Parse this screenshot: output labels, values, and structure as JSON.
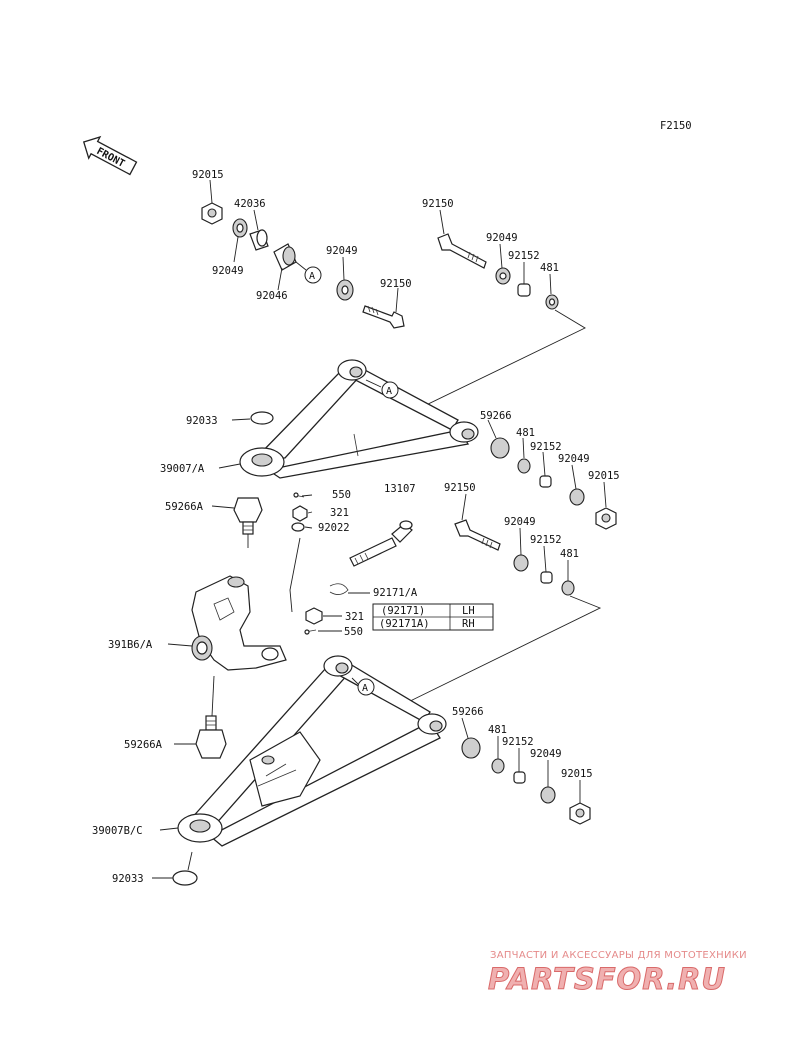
{
  "figure_code": "F2150",
  "front_label": "FRONT",
  "table": {
    "rows": [
      {
        "code": "(92171)",
        "side": "LH"
      },
      {
        "code": "(92171A)",
        "side": "RH"
      }
    ]
  },
  "callout_letter": "A",
  "labels": {
    "l92015_top": "92015",
    "l42036": "42036",
    "l92049_a": "92049",
    "l92049_b": "92049",
    "l92046": "92046",
    "l92150_a": "92150",
    "l92049_c": "92049",
    "l92152_a": "92152",
    "l481_a": "481",
    "l92150_b": "92150",
    "l92033_top": "92033",
    "l39007a": "39007/A",
    "l59266_a": "59266",
    "l481_b": "481",
    "l92152_b": "92152",
    "l92049_d": "92049",
    "l92015_b": "92015",
    "l59266a_top": "59266A",
    "l550_a": "550",
    "l321_a": "321",
    "l92022": "92022",
    "l13107": "13107",
    "l92150_c": "92150",
    "l92049_e": "92049",
    "l92152_c": "92152",
    "l481_c": "481",
    "l92171a": "92171/A",
    "l321_b": "321",
    "l550_b": "550",
    "l39186a": "391B6/A",
    "l59266a_bot": "59266A",
    "l59266_b": "59266",
    "l481_d": "481",
    "l92152_d": "92152",
    "l92049_f": "92049",
    "l92015_c": "92015",
    "l39007bc": "39007B/C",
    "l92033_bot": "92033"
  },
  "watermark": {
    "tagline": "ЗАПЧАСТИ И АКСЕССУАРЫ ДЛЯ МОТОТЕХНИКИ",
    "logo": "PARTSFOR.RU"
  }
}
